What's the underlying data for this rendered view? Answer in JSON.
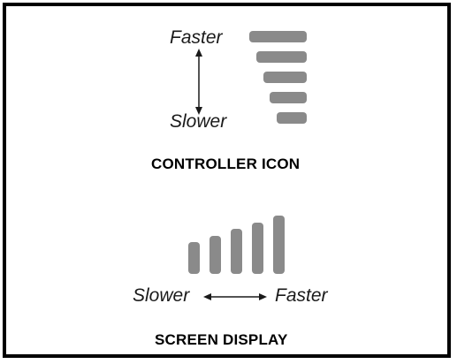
{
  "controller_icon": {
    "faster_label": "Faster",
    "slower_label": "Slower",
    "caption": "CONTROLLER ICON",
    "bar_count": 5
  },
  "screen_display": {
    "slower_label": "Slower",
    "faster_label": "Faster",
    "caption": "SCREEN DISPLAY",
    "bar_count": 5
  },
  "colors": {
    "bar": "#8a8a8a",
    "border": "#000000",
    "text": "#1a1a1a"
  }
}
